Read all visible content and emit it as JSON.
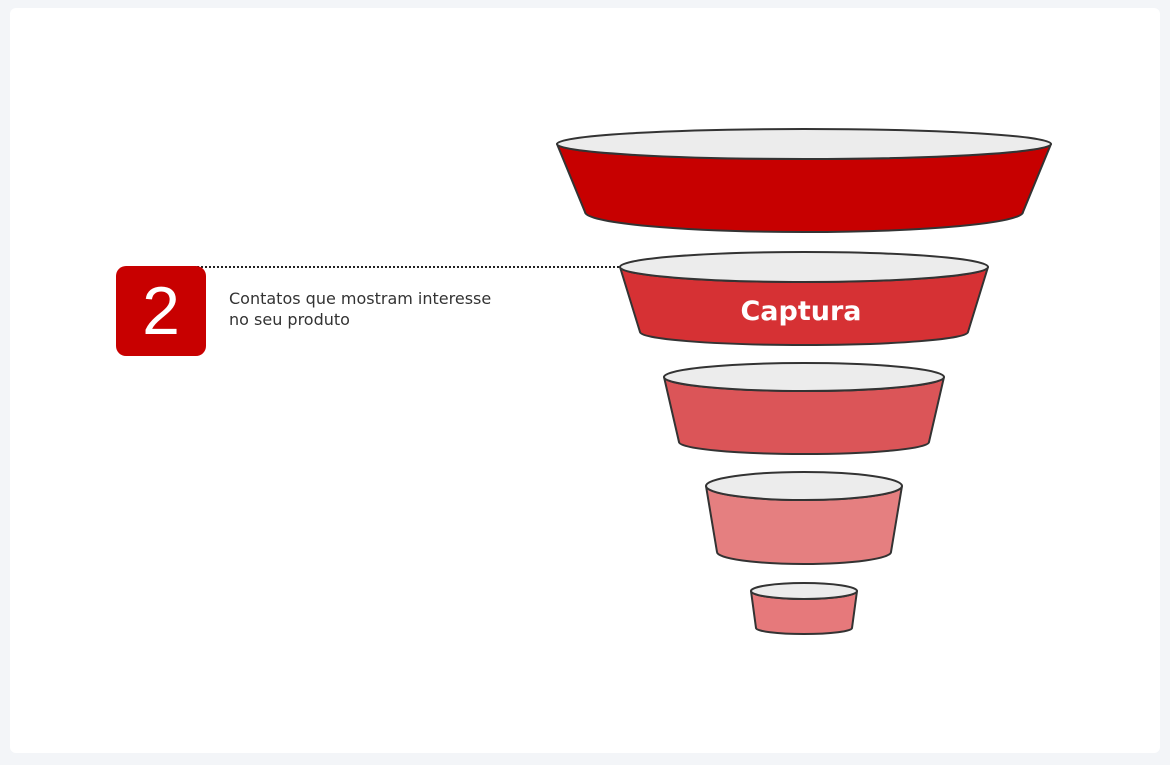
{
  "highlighted_stage": {
    "number": "2",
    "description_line1": "Contatos que mostram interesse",
    "description_line2": "no seu produto",
    "label": "Captura"
  },
  "funnel": {
    "levels": [
      {
        "color": "#c70000"
      },
      {
        "color": "#d63134"
      },
      {
        "color": "#db5558"
      },
      {
        "color": "#e57f80"
      },
      {
        "color": "#e6797b"
      }
    ],
    "rim_color": "#ececec",
    "outline_color": "#333333"
  }
}
